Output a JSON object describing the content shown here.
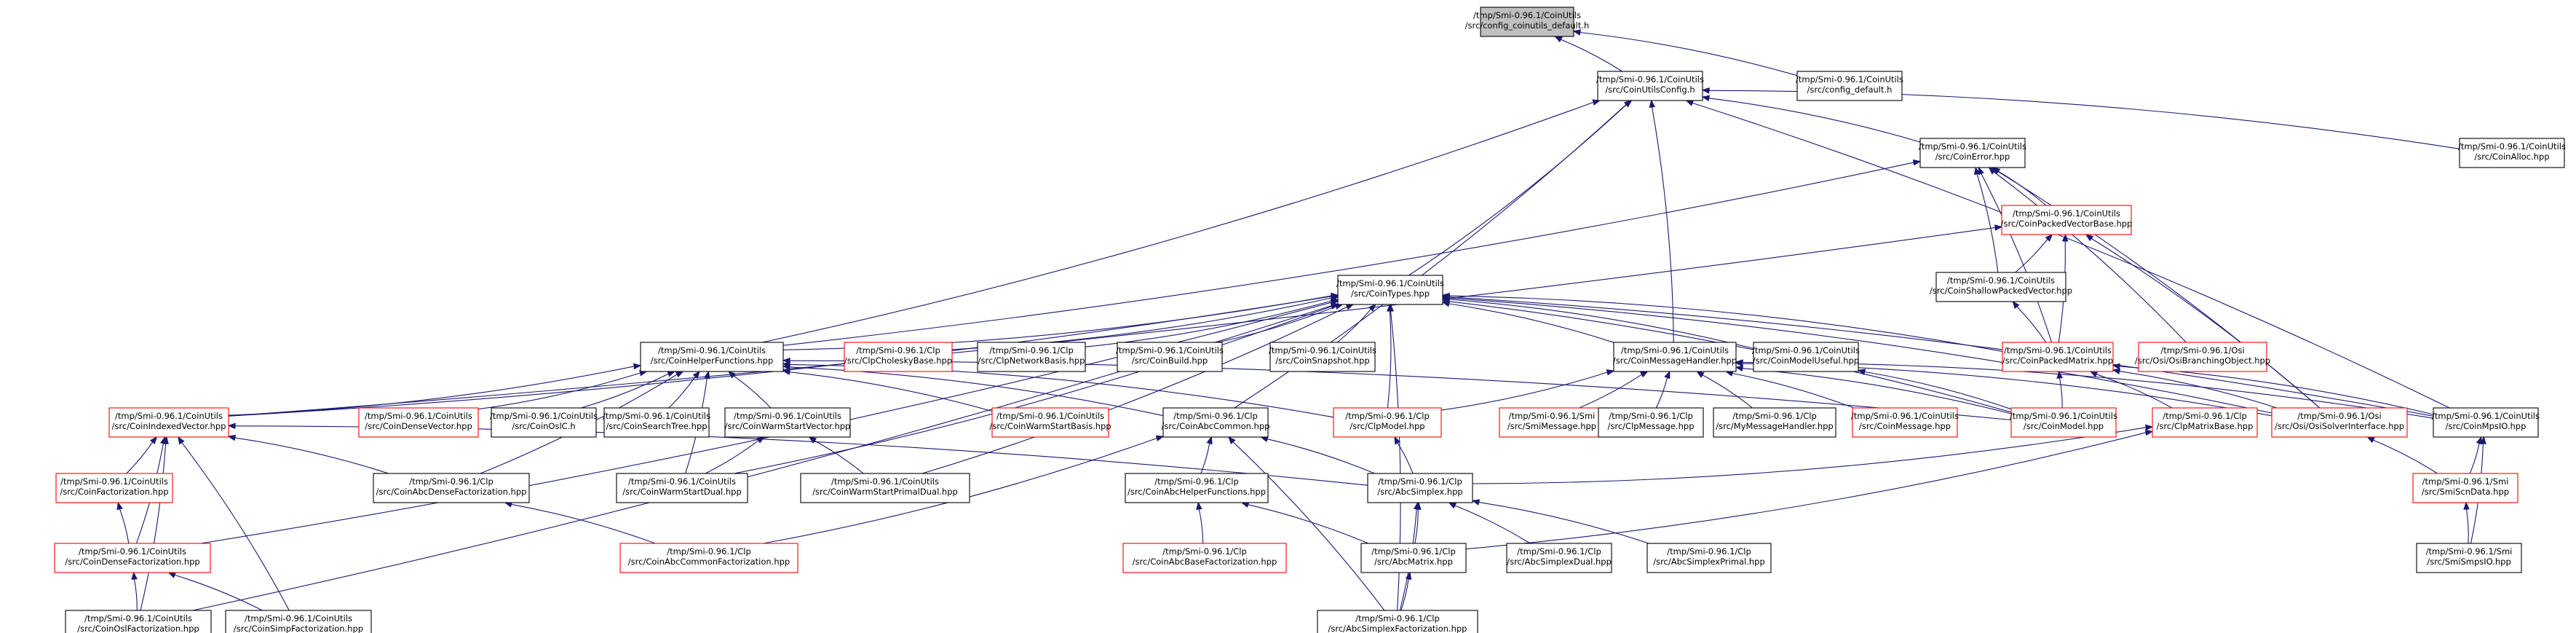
{
  "graph": {
    "colors": {
      "edge": "#191970",
      "border_plain": "#000000",
      "border_truncated": "#ff0000",
      "root_fill": "#bfbfbf",
      "node_fill": "#ffffff",
      "text": "#000000"
    },
    "nodes": [
      {
        "id": "root",
        "lines": [
          "/tmp/Smi-0.96.1/CoinUtils",
          "/src/config_coinutils_default.h"
        ],
        "style": "root"
      },
      {
        "id": "coinutilsconfig",
        "lines": [
          "/tmp/Smi-0.96.1/CoinUtils",
          "/src/CoinUtilsConfig.h"
        ],
        "style": "plain"
      },
      {
        "id": "config_default",
        "lines": [
          "/tmp/Smi-0.96.1/CoinUtils",
          "/src/config_default.h"
        ],
        "style": "plain"
      },
      {
        "id": "coinerror",
        "lines": [
          "/tmp/Smi-0.96.1/CoinUtils",
          "/src/CoinError.hpp"
        ],
        "style": "plain"
      },
      {
        "id": "coinalloc",
        "lines": [
          "/tmp/Smi-0.96.1/CoinUtils",
          "/src/CoinAlloc.hpp"
        ],
        "style": "plain"
      },
      {
        "id": "coinpackedvectorbase",
        "lines": [
          "/tmp/Smi-0.96.1/CoinUtils",
          "/src/CoinPackedVectorBase.hpp"
        ],
        "style": "truncated"
      },
      {
        "id": "cointypes",
        "lines": [
          "/tmp/Smi-0.96.1/CoinUtils",
          "/src/CoinTypes.hpp"
        ],
        "style": "plain"
      },
      {
        "id": "coinshallowpackedvector",
        "lines": [
          "/tmp/Smi-0.96.1/CoinUtils",
          "/src/CoinShallowPackedVector.hpp"
        ],
        "style": "plain"
      },
      {
        "id": "coinhelperfunctions",
        "lines": [
          "/tmp/Smi-0.96.1/CoinUtils",
          "/src/CoinHelperFunctions.hpp"
        ],
        "style": "plain"
      },
      {
        "id": "clpcholeskybase",
        "lines": [
          "/tmp/Smi-0.96.1/Clp",
          "/src/ClpCholeskyBase.hpp"
        ],
        "style": "truncated"
      },
      {
        "id": "clpnetworkbasis",
        "lines": [
          "/tmp/Smi-0.96.1/Clp",
          "/src/ClpNetworkBasis.hpp"
        ],
        "style": "plain"
      },
      {
        "id": "coinbuild",
        "lines": [
          "/tmp/Smi-0.96.1/CoinUtils",
          "/src/CoinBuild.hpp"
        ],
        "style": "plain"
      },
      {
        "id": "coinsnapshot",
        "lines": [
          "/tmp/Smi-0.96.1/CoinUtils",
          "/src/CoinSnapshot.hpp"
        ],
        "style": "plain"
      },
      {
        "id": "coinmessagehandler",
        "lines": [
          "/tmp/Smi-0.96.1/CoinUtils",
          "/src/CoinMessageHandler.hpp"
        ],
        "style": "plain"
      },
      {
        "id": "coinmodeluseful",
        "lines": [
          "/tmp/Smi-0.96.1/CoinUtils",
          "/src/CoinModelUseful.hpp"
        ],
        "style": "plain"
      },
      {
        "id": "coinpackedmatrix",
        "lines": [
          "/tmp/Smi-0.96.1/CoinUtils",
          "/src/CoinPackedMatrix.hpp"
        ],
        "style": "truncated"
      },
      {
        "id": "osibranchingobject",
        "lines": [
          "/tmp/Smi-0.96.1/Osi",
          "/src/Osi/OsiBranchingObject.hpp"
        ],
        "style": "truncated"
      },
      {
        "id": "coinindexedvector",
        "lines": [
          "/tmp/Smi-0.96.1/CoinUtils",
          "/src/CoinIndexedVector.hpp"
        ],
        "style": "truncated"
      },
      {
        "id": "coindensevector",
        "lines": [
          "/tmp/Smi-0.96.1/CoinUtils",
          "/src/CoinDenseVector.hpp"
        ],
        "style": "truncated"
      },
      {
        "id": "coinosic",
        "lines": [
          "/tmp/Smi-0.96.1/CoinUtils",
          "/src/CoinOslC.h"
        ],
        "style": "plain"
      },
      {
        "id": "coinsearchtree",
        "lines": [
          "/tmp/Smi-0.96.1/CoinUtils",
          "/src/CoinSearchTree.hpp"
        ],
        "style": "plain"
      },
      {
        "id": "coinwarmstartvector",
        "lines": [
          "/tmp/Smi-0.96.1/CoinUtils",
          "/src/CoinWarmStartVector.hpp"
        ],
        "style": "plain"
      },
      {
        "id": "coinwarmstartbasis",
        "lines": [
          "/tmp/Smi-0.96.1/CoinUtils",
          "/src/CoinWarmStartBasis.hpp"
        ],
        "style": "truncated"
      },
      {
        "id": "coinabccommon",
        "lines": [
          "/tmp/Smi-0.96.1/Clp",
          "/src/CoinAbcCommon.hpp"
        ],
        "style": "plain"
      },
      {
        "id": "clpmodel",
        "lines": [
          "/tmp/Smi-0.96.1/Clp",
          "/src/ClpModel.hpp"
        ],
        "style": "truncated"
      },
      {
        "id": "smimessage",
        "lines": [
          "/tmp/Smi-0.96.1/Smi",
          "/src/SmiMessage.hpp"
        ],
        "style": "truncated"
      },
      {
        "id": "clpmessage",
        "lines": [
          "/tmp/Smi-0.96.1/Clp",
          "/src/ClpMessage.hpp"
        ],
        "style": "plain"
      },
      {
        "id": "mymessagehandler",
        "lines": [
          "/tmp/Smi-0.96.1/Clp",
          "/src/MyMessageHandler.hpp"
        ],
        "style": "plain"
      },
      {
        "id": "coinmessage",
        "lines": [
          "/tmp/Smi-0.96.1/CoinUtils",
          "/src/CoinMessage.hpp"
        ],
        "style": "truncated"
      },
      {
        "id": "coinmodel",
        "lines": [
          "/tmp/Smi-0.96.1/CoinUtils",
          "/src/CoinModel.hpp"
        ],
        "style": "truncated"
      },
      {
        "id": "clpmatrixbase",
        "lines": [
          "/tmp/Smi-0.96.1/Clp",
          "/src/ClpMatrixBase.hpp"
        ],
        "style": "truncated"
      },
      {
        "id": "osisolverinterface",
        "lines": [
          "/tmp/Smi-0.96.1/Osi",
          "/src/Osi/OsiSolverInterface.hpp"
        ],
        "style": "truncated"
      },
      {
        "id": "coinmpsio",
        "lines": [
          "/tmp/Smi-0.96.1/CoinUtils",
          "/src/CoinMpsIO.hpp"
        ],
        "style": "plain"
      },
      {
        "id": "coinfactorization",
        "lines": [
          "/tmp/Smi-0.96.1/CoinUtils",
          "/src/CoinFactorization.hpp"
        ],
        "style": "truncated"
      },
      {
        "id": "coinabcdensefactorization",
        "lines": [
          "/tmp/Smi-0.96.1/Clp",
          "/src/CoinAbcDenseFactorization.hpp"
        ],
        "style": "plain"
      },
      {
        "id": "coinwarmstartdual",
        "lines": [
          "/tmp/Smi-0.96.1/CoinUtils",
          "/src/CoinWarmStartDual.hpp"
        ],
        "style": "plain"
      },
      {
        "id": "coinwarmstartprimaldual",
        "lines": [
          "/tmp/Smi-0.96.1/CoinUtils",
          "/src/CoinWarmStartPrimalDual.hpp"
        ],
        "style": "plain"
      },
      {
        "id": "coinabchelperfunctions",
        "lines": [
          "/tmp/Smi-0.96.1/Clp",
          "/src/CoinAbcHelperFunctions.hpp"
        ],
        "style": "plain"
      },
      {
        "id": "abcsimplex",
        "lines": [
          "/tmp/Smi-0.96.1/Clp",
          "/src/AbcSimplex.hpp"
        ],
        "style": "plain"
      },
      {
        "id": "smiscndata",
        "lines": [
          "/tmp/Smi-0.96.1/Smi",
          "/src/SmiScnData.hpp"
        ],
        "style": "truncated"
      },
      {
        "id": "coindensefactorization",
        "lines": [
          "/tmp/Smi-0.96.1/CoinUtils",
          "/src/CoinDenseFactorization.hpp"
        ],
        "style": "truncated"
      },
      {
        "id": "coinabccommonfactorization",
        "lines": [
          "/tmp/Smi-0.96.1/Clp",
          "/src/CoinAbcCommonFactorization.hpp"
        ],
        "style": "truncated"
      },
      {
        "id": "coinabcbasefactorization",
        "lines": [
          "/tmp/Smi-0.96.1/Clp",
          "/src/CoinAbcBaseFactorization.hpp"
        ],
        "style": "truncated"
      },
      {
        "id": "abcmatrix",
        "lines": [
          "/tmp/Smi-0.96.1/Clp",
          "/src/AbcMatrix.hpp"
        ],
        "style": "plain"
      },
      {
        "id": "abcsimplexdual",
        "lines": [
          "/tmp/Smi-0.96.1/Clp",
          "/src/AbcSimplexDual.hpp"
        ],
        "style": "plain"
      },
      {
        "id": "abcsimplexprimal",
        "lines": [
          "/tmp/Smi-0.96.1/Clp",
          "/src/AbcSimplexPrimal.hpp"
        ],
        "style": "plain"
      },
      {
        "id": "smismpsio",
        "lines": [
          "/tmp/Smi-0.96.1/Smi",
          "/src/SmiSmpsIO.hpp"
        ],
        "style": "plain"
      },
      {
        "id": "coinoslfactorization",
        "lines": [
          "/tmp/Smi-0.96.1/CoinUtils",
          "/src/CoinOslFactorization.hpp"
        ],
        "style": "plain"
      },
      {
        "id": "coinsimpfactorization",
        "lines": [
          "/tmp/Smi-0.96.1/CoinUtils",
          "/src/CoinSimpFactorization.hpp"
        ],
        "style": "plain"
      },
      {
        "id": "abcsimplexfactorization",
        "lines": [
          "/tmp/Smi-0.96.1/Clp",
          "/src/AbcSimplexFactorization.hpp"
        ],
        "style": "plain"
      }
    ],
    "edges": [
      [
        "root",
        "coinutilsconfig"
      ],
      [
        "root",
        "config_default"
      ],
      [
        "coinutilsconfig",
        "coinerror"
      ],
      [
        "coinutilsconfig",
        "coinalloc"
      ],
      [
        "coinutilsconfig",
        "cointypes"
      ],
      [
        "coinutilsconfig",
        "coinhelperfunctions"
      ],
      [
        "coinutilsconfig",
        "coinmessagehandler"
      ],
      [
        "coinutilsconfig",
        "coinmpsio"
      ],
      [
        "coinutilsconfig",
        "coinabccommon"
      ],
      [
        "coinerror",
        "coinpackedvectorbase"
      ],
      [
        "coinerror",
        "coinshallowpackedvector"
      ],
      [
        "coinerror",
        "coinpackedmatrix"
      ],
      [
        "coinerror",
        "osibranchingobject"
      ],
      [
        "coinerror",
        "osisolverinterface"
      ],
      [
        "coinerror",
        "coinhelperfunctions"
      ],
      [
        "coinpackedvectorbase",
        "coinshallowpackedvector"
      ],
      [
        "coinpackedvectorbase",
        "coinpackedmatrix"
      ],
      [
        "coinpackedvectorbase",
        "coinindexedvector"
      ],
      [
        "coinpackedvectorbase",
        "osisolverinterface"
      ],
      [
        "coinshallowpackedvector",
        "coinpackedmatrix"
      ],
      [
        "cointypes",
        "coinhelperfunctions"
      ],
      [
        "cointypes",
        "clpcholeskybase"
      ],
      [
        "cointypes",
        "clpnetworkbasis"
      ],
      [
        "cointypes",
        "coinbuild"
      ],
      [
        "cointypes",
        "coinsnapshot"
      ],
      [
        "cointypes",
        "coinmessagehandler"
      ],
      [
        "cointypes",
        "coinmodeluseful"
      ],
      [
        "cointypes",
        "coinpackedmatrix"
      ],
      [
        "cointypes",
        "osisolverinterface"
      ],
      [
        "cointypes",
        "coinmpsio"
      ],
      [
        "cointypes",
        "clpmodel"
      ],
      [
        "cointypes",
        "coinindexedvector"
      ],
      [
        "cointypes",
        "coinwarmstartdual"
      ],
      [
        "cointypes",
        "coinwarmstartprimaldual"
      ],
      [
        "cointypes",
        "abcsimplexfactorization"
      ],
      [
        "cointypes",
        "coinoslfactorization"
      ],
      [
        "cointypes",
        "coindensefactorization"
      ],
      [
        "cointypes",
        "coinmodel"
      ],
      [
        "coinhelperfunctions",
        "coinindexedvector"
      ],
      [
        "coinhelperfunctions",
        "coindensevector"
      ],
      [
        "coinhelperfunctions",
        "coinosic"
      ],
      [
        "coinhelperfunctions",
        "coinsearchtree"
      ],
      [
        "coinhelperfunctions",
        "coinwarmstartvector"
      ],
      [
        "coinhelperfunctions",
        "coinwarmstartbasis"
      ],
      [
        "coinhelperfunctions",
        "coinabccommon"
      ],
      [
        "coinhelperfunctions",
        "clpmodel"
      ],
      [
        "coinhelperfunctions",
        "coinmodel"
      ],
      [
        "coinhelperfunctions",
        "coinabcdensefactorization"
      ],
      [
        "coinhelperfunctions",
        "coinwarmstartdual"
      ],
      [
        "coinmessagehandler",
        "smimessage"
      ],
      [
        "coinmessagehandler",
        "clpmessage"
      ],
      [
        "coinmessagehandler",
        "mymessagehandler"
      ],
      [
        "coinmessagehandler",
        "coinmessage"
      ],
      [
        "coinmessagehandler",
        "coinmodel"
      ],
      [
        "coinmessagehandler",
        "clpmodel"
      ],
      [
        "coinmessagehandler",
        "osisolverinterface"
      ],
      [
        "coinmessagehandler",
        "coinmpsio"
      ],
      [
        "coinmodeluseful",
        "coinmodel"
      ],
      [
        "coinpackedmatrix",
        "clpmatrixbase"
      ],
      [
        "coinpackedmatrix",
        "osisolverinterface"
      ],
      [
        "coinpackedmatrix",
        "coinmpsio"
      ],
      [
        "coinpackedmatrix",
        "coinmodel"
      ],
      [
        "coinindexedvector",
        "coinfactorization"
      ],
      [
        "coinindexedvector",
        "coindensefactorization"
      ],
      [
        "coinindexedvector",
        "coinabcdensefactorization"
      ],
      [
        "coinindexedvector",
        "abcsimplex"
      ],
      [
        "coinindexedvector",
        "coinoslfactorization"
      ],
      [
        "coinindexedvector",
        "coinsimpfactorization"
      ],
      [
        "coinwarmstartvector",
        "coinwarmstartdual"
      ],
      [
        "coinwarmstartvector",
        "coinwarmstartprimaldual"
      ],
      [
        "coinabccommon",
        "coinabchelperfunctions"
      ],
      [
        "coinabccommon",
        "abcsimplex"
      ],
      [
        "coinabccommon",
        "coinabccommonfactorization"
      ],
      [
        "coinabccommon",
        "abcsimplexfactorization"
      ],
      [
        "clpmodel",
        "abcsimplex"
      ],
      [
        "clpmatrixbase",
        "abcsimplex"
      ],
      [
        "clpmatrixbase",
        "abcmatrix"
      ],
      [
        "osisolverinterface",
        "smiscndata"
      ],
      [
        "coinmpsio",
        "smiscndata"
      ],
      [
        "coinmpsio",
        "smismpsio"
      ],
      [
        "coinfactorization",
        "coindensefactorization"
      ],
      [
        "coinabcdensefactorization",
        "coinabccommonfactorization"
      ],
      [
        "coinabchelperfunctions",
        "coinabcbasefactorization"
      ],
      [
        "coinabchelperfunctions",
        "abcmatrix"
      ],
      [
        "abcsimplex",
        "abcmatrix"
      ],
      [
        "abcsimplex",
        "abcsimplexdual"
      ],
      [
        "abcsimplex",
        "abcsimplexprimal"
      ],
      [
        "abcsimplex",
        "abcsimplexfactorization"
      ],
      [
        "smiscndata",
        "smismpsio"
      ],
      [
        "coindensefactorization",
        "coinoslfactorization"
      ],
      [
        "coindensefactorization",
        "coinsimpfactorization"
      ],
      [
        "abcmatrix",
        "abcsimplexfactorization"
      ]
    ]
  }
}
